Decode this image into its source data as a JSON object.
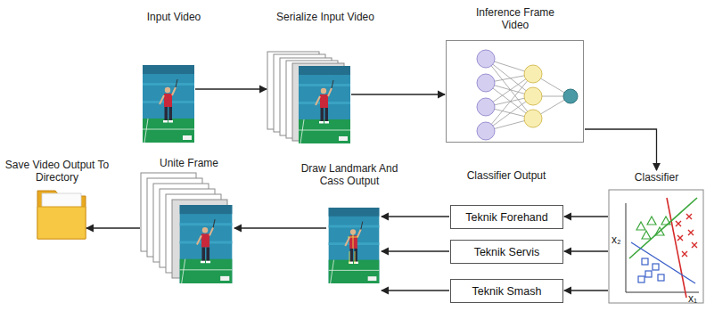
{
  "diagram": {
    "nodes": [
      {
        "text": [
          "Input Video"
        ]
      },
      {
        "text": [
          "Serialize Input Video"
        ]
      },
      {
        "text": [
          "Inference Frame Video"
        ]
      },
      {
        "text": [
          "Classifier"
        ]
      },
      {
        "text": [
          "Teknik Forehand"
        ]
      },
      {
        "text": [
          "Teknik Servis"
        ]
      },
      {
        "text": [
          "Teknik Smash"
        ]
      },
      {
        "text": [
          "Draw Landmark And Cass Output"
        ]
      },
      {
        "text": [
          "Unite Frame"
        ]
      },
      {
        "text": [
          "Save Video Output To Directory"
        ]
      }
    ],
    "edges": [
      {
        "from": 0,
        "to": 1,
        "arrow": "to"
      },
      {
        "from": 1,
        "to": 2,
        "arrow": "to"
      },
      {
        "from": 2,
        "to": 3,
        "arrow": "to"
      },
      {
        "from": 3,
        "to": 4,
        "arrow": "to"
      },
      {
        "from": 3,
        "to": 5,
        "arrow": "to"
      },
      {
        "from": 3,
        "to": 6,
        "arrow": "to"
      },
      {
        "from": 4,
        "to": 7,
        "arrow": "to"
      },
      {
        "from": 5,
        "to": 7,
        "arrow": "to"
      },
      {
        "from": 6,
        "to": 7,
        "arrow": "to"
      },
      {
        "from": 7,
        "to": 8,
        "arrow": "to"
      },
      {
        "from": 8,
        "to": 9,
        "arrow": "to"
      }
    ],
    "labels": [
      "Classifier Output",
      "x₂",
      "x₁"
    ]
  }
}
